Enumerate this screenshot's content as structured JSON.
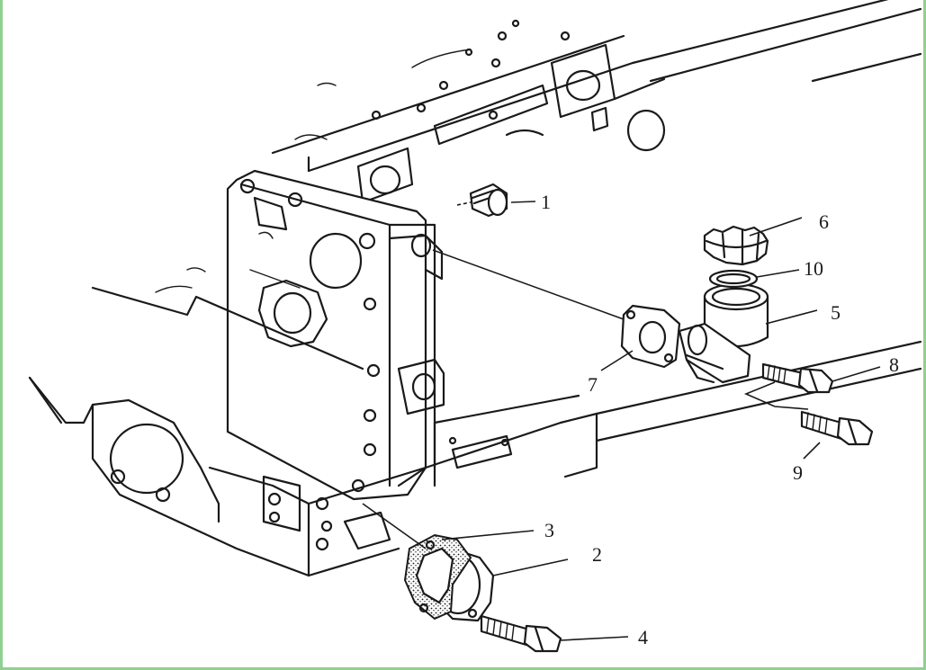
{
  "diagram": {
    "colors": {
      "ink": "#1a1a1a",
      "background": "#ffffff",
      "frame": "#8fd18f"
    },
    "callouts": [
      {
        "id": "1",
        "label": "1"
      },
      {
        "id": "2",
        "label": "2"
      },
      {
        "id": "3",
        "label": "3"
      },
      {
        "id": "4",
        "label": "4"
      },
      {
        "id": "5",
        "label": "5"
      },
      {
        "id": "6",
        "label": "6"
      },
      {
        "id": "7",
        "label": "7"
      },
      {
        "id": "8",
        "label": "8"
      },
      {
        "id": "9",
        "label": "9"
      },
      {
        "id": "10",
        "label": "10"
      }
    ]
  }
}
